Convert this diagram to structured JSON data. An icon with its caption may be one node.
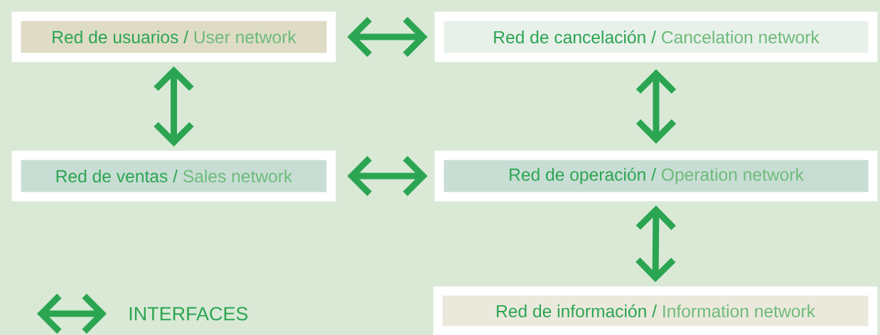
{
  "diagram": {
    "nodes": [
      {
        "text": [
          "Red de usuarios /",
          "User network"
        ]
      },
      {
        "text": [
          "Red de cancelación /",
          "Cancelation network"
        ]
      },
      {
        "text": [
          "Red de ventas /",
          "Sales network"
        ]
      },
      {
        "text": [
          "Red de operación /",
          "Operation network"
        ]
      },
      {
        "text": [
          "Red de información /",
          "Information network"
        ]
      }
    ],
    "edges": [
      {
        "from": 0,
        "to": 1,
        "arrow": "both"
      },
      {
        "from": 0,
        "to": 2,
        "arrow": "both"
      },
      {
        "from": 1,
        "to": 3,
        "arrow": "both"
      },
      {
        "from": 2,
        "to": 3,
        "arrow": "both"
      },
      {
        "from": 3,
        "to": 4,
        "arrow": "both"
      }
    ],
    "legend": [
      {
        "text": "INTERFACES"
      }
    ]
  }
}
